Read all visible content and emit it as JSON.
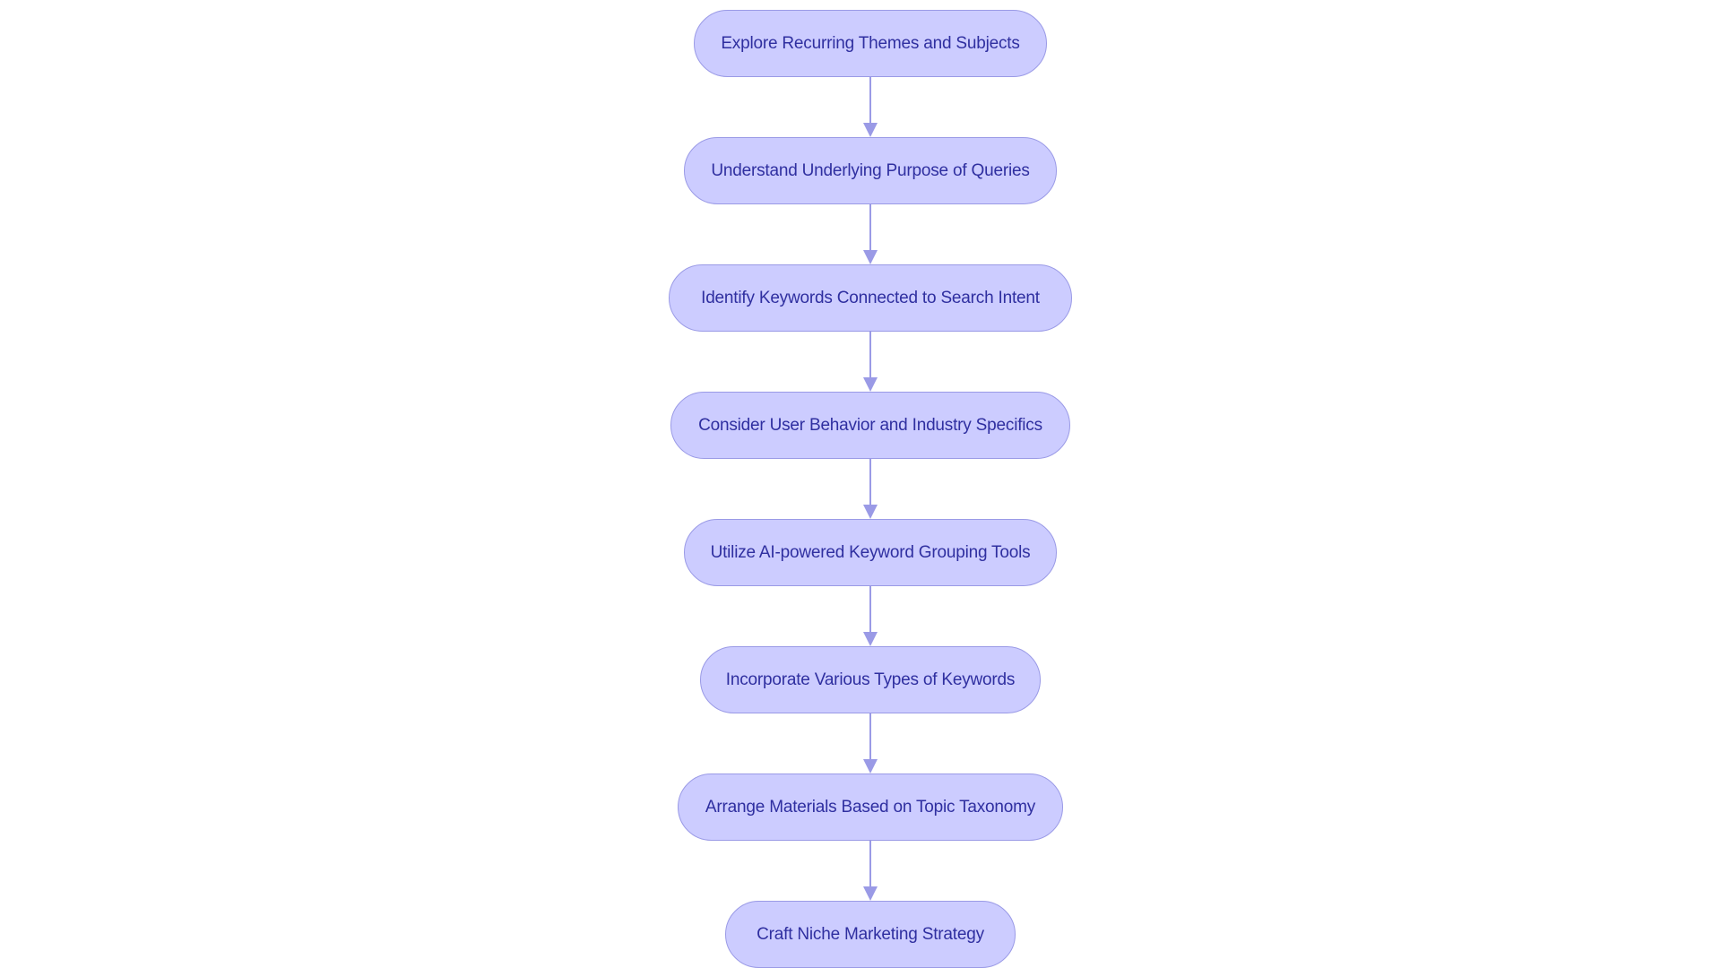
{
  "diagram": {
    "type": "flowchart",
    "direction": "top-to-bottom",
    "colors": {
      "node_fill": "#ccccff",
      "node_border": "#9a9ae6",
      "node_text": "#2f2fa0",
      "edge": "#9a9ae6"
    },
    "nodes": [
      {
        "id": "n1",
        "label": "Explore Recurring Themes and Subjects"
      },
      {
        "id": "n2",
        "label": "Understand Underlying Purpose of Queries"
      },
      {
        "id": "n3",
        "label": "Identify Keywords Connected to Search Intent"
      },
      {
        "id": "n4",
        "label": "Consider User Behavior and Industry Specifics"
      },
      {
        "id": "n5",
        "label": "Utilize AI-powered Keyword Grouping Tools"
      },
      {
        "id": "n6",
        "label": "Incorporate Various Types of Keywords"
      },
      {
        "id": "n7",
        "label": "Arrange Materials Based on Topic Taxonomy"
      },
      {
        "id": "n8",
        "label": "Craft Niche Marketing Strategy"
      }
    ],
    "edges": [
      {
        "from": "n1",
        "to": "n2"
      },
      {
        "from": "n2",
        "to": "n3"
      },
      {
        "from": "n3",
        "to": "n4"
      },
      {
        "from": "n4",
        "to": "n5"
      },
      {
        "from": "n5",
        "to": "n6"
      },
      {
        "from": "n6",
        "to": "n7"
      },
      {
        "from": "n7",
        "to": "n8"
      }
    ]
  }
}
